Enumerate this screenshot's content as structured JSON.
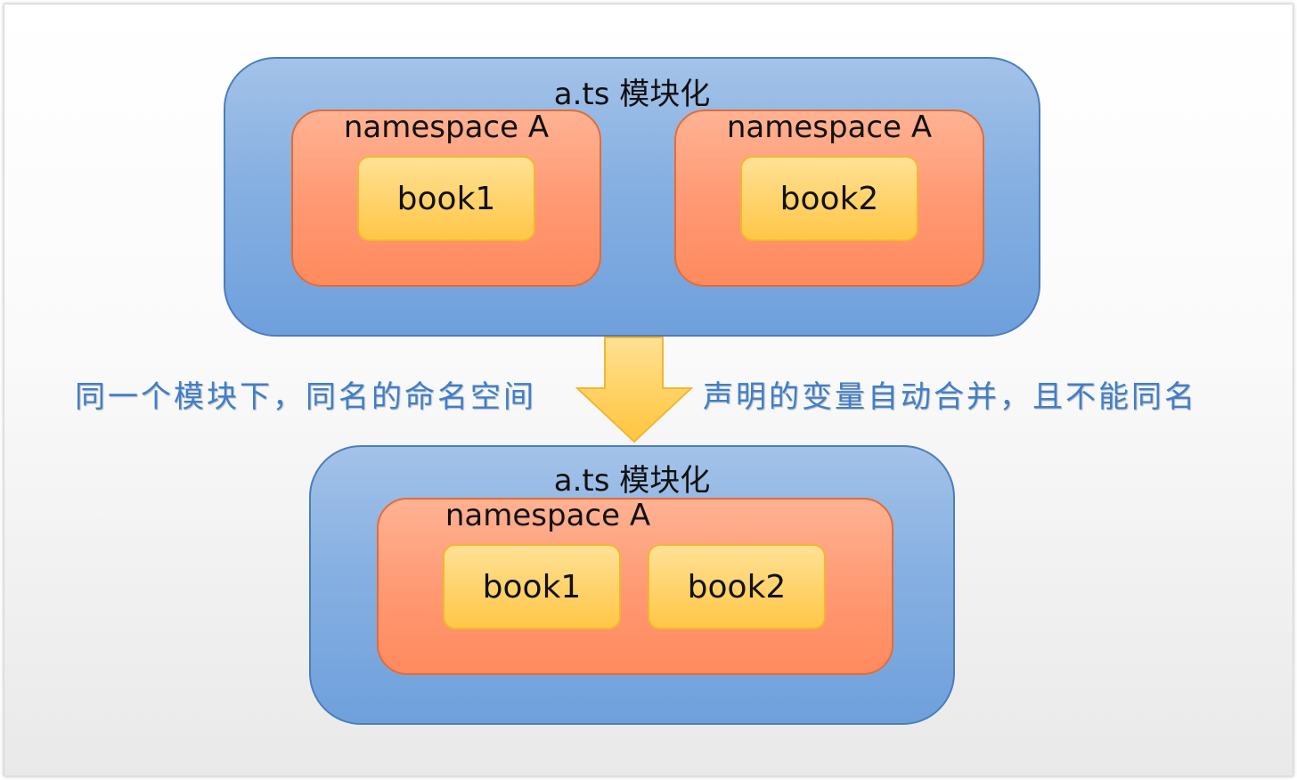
{
  "top_module": {
    "title": "a.ts 模块化",
    "namespaces": [
      {
        "title": "namespace A",
        "book": "book1"
      },
      {
        "title": "namespace A",
        "book": "book2"
      }
    ]
  },
  "caption": {
    "left": "同一个模块下，同名的命名空间",
    "right": "声明的变量自动合并，且不能同名"
  },
  "bottom_module": {
    "title": "a.ts 模块化",
    "namespace_title": "namespace A",
    "books": [
      "book1",
      "book2"
    ]
  },
  "colors": {
    "module_fill": "#86b0e2",
    "namespace_fill": "#ff9a74",
    "book_fill": "#ffd26a",
    "caption_text": "#3f7fc9",
    "arrow_fill": "#ffcf5c"
  }
}
